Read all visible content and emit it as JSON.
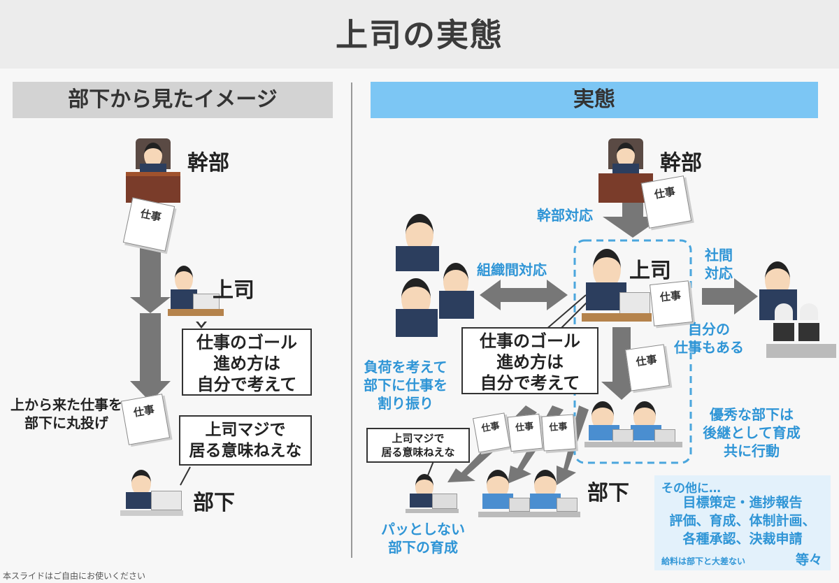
{
  "title": "上司の実態",
  "left_panel": {
    "heading": "部下から見たイメージ",
    "exec_label": "幹部",
    "boss_label": "上司",
    "sub_label": "部下",
    "doc_label": "仕事",
    "boss_bubble": [
      "仕事のゴール",
      "進め方は",
      "自分で考えて"
    ],
    "sub_bubble": [
      "上司マジで",
      "居る意味ねえな"
    ],
    "throw_note": [
      "上から来た仕事を",
      "部下に丸投げ"
    ]
  },
  "right_panel": {
    "heading": "実態",
    "exec_label": "幹部",
    "exec_response": "幹部対応",
    "boss_label": "上司",
    "inter_org": "組織間対応",
    "external": [
      "社間",
      "対応"
    ],
    "own_work": [
      "自分の",
      "仕事もある"
    ],
    "doc_label": "仕事",
    "boss_bubble": [
      "仕事のゴール",
      "進め方は",
      "自分で考えて"
    ],
    "load_note": [
      "負荷を考えて",
      "部下に仕事を",
      "割り振り"
    ],
    "talented": [
      "優秀な部下は",
      "後継として育成",
      "共に行動"
    ],
    "sub_label": "部下",
    "sub_bubble": [
      "上司マジで",
      "居る意味ねえな"
    ],
    "poor_sub": [
      "パッとしない",
      "部下の育成"
    ],
    "others": {
      "heading": "その他に…",
      "lines": [
        "目標策定・進捗報告",
        "評価、育成、体制計画、",
        "各種承認、決裁申請"
      ],
      "etc": "等々",
      "salary_note": "給料は部下と大差ない"
    }
  },
  "footer": "本スライドはご自由にお使いください"
}
